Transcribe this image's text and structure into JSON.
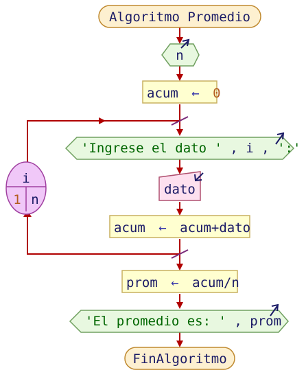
{
  "colors": {
    "edge": "#b00000",
    "start_fill": "#fdf0d0",
    "start_stroke": "#c08a30",
    "process_fill": "#ffffd0",
    "process_stroke": "#c8b060",
    "io_fill": "#e8f8e0",
    "io_stroke": "#70a060",
    "input_fill": "#fde0ef",
    "input_stroke": "#b05070",
    "loop_fill": "#f0c8f8",
    "loop_stroke": "#a040a0",
    "text_dark": "#1a1a66",
    "text_green": "#006600",
    "text_num": "#b35c1e"
  },
  "start": {
    "label": "Algoritmo Promedio"
  },
  "read_n": {
    "var": "n"
  },
  "assign_acum": {
    "var": "acum",
    "arrow": "←",
    "value": "0"
  },
  "write_prompt": {
    "str": "'Ingrese el dato '",
    "sep1": ",",
    "var": "i",
    "sep2": ",",
    "str2": "':'"
  },
  "read_dato": {
    "var": "dato"
  },
  "update_acum": {
    "var": "acum",
    "arrow": "←",
    "expr": "acum+dato"
  },
  "loop": {
    "var": "i",
    "from": "1",
    "to": "n"
  },
  "assign_prom": {
    "var": "prom",
    "arrow": "←",
    "expr": "acum/n"
  },
  "write_result": {
    "str": "'El promedio es: '",
    "sep": ",",
    "var": "prom"
  },
  "end": {
    "label": "FinAlgoritmo"
  },
  "icons": [
    "output-arrow-icon",
    "input-arrow-icon"
  ]
}
